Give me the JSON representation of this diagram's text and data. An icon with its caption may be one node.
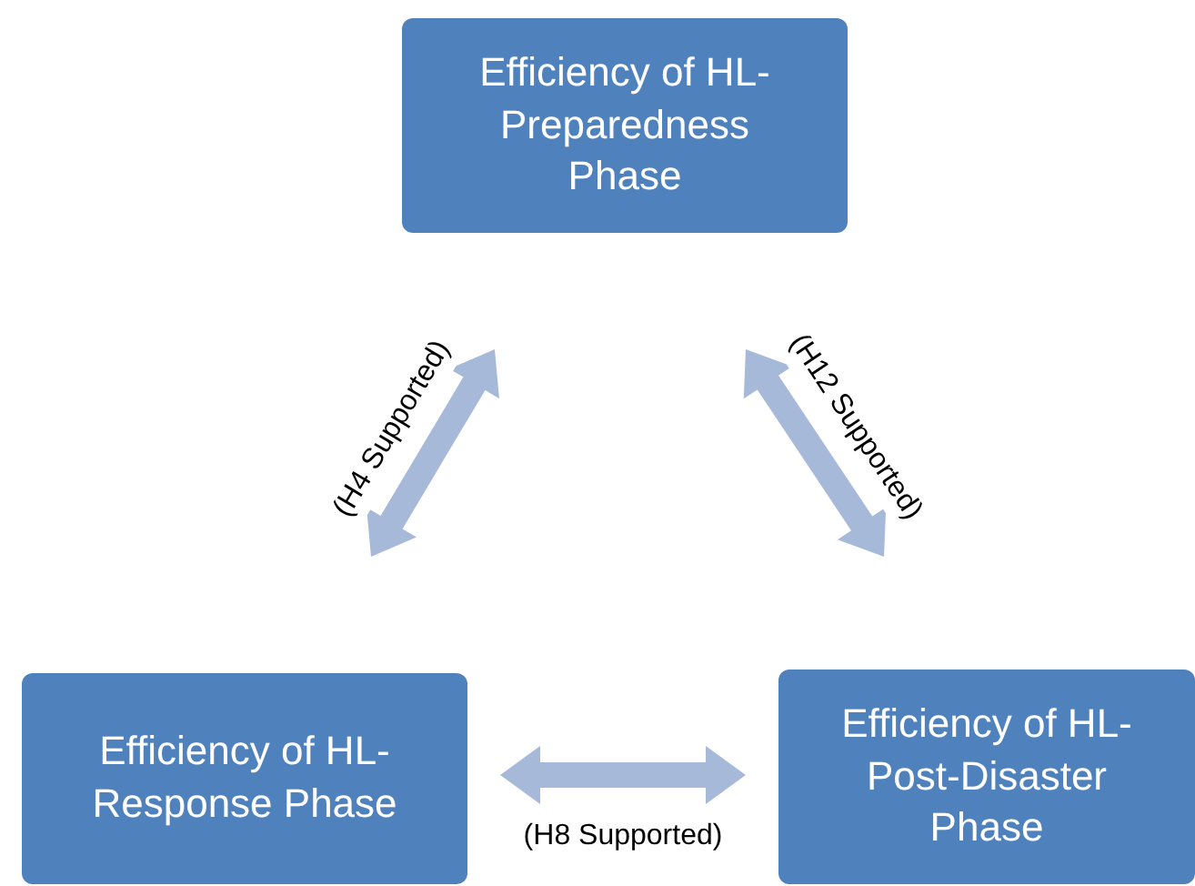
{
  "diagram": {
    "nodes": [
      {
        "text": [
          "Efficiency of HL-Preparedness Phase"
        ]
      },
      {
        "text": [
          "Efficiency of HL-Response Phase"
        ]
      },
      {
        "text": [
          "Efficiency of HL-Post-Disaster Phase"
        ]
      }
    ],
    "edges": [
      {
        "from": 0,
        "to": 1,
        "arrow": "both",
        "label": "(H4 Supported)",
        "style": "thick"
      },
      {
        "from": 0,
        "to": 2,
        "arrow": "both",
        "label": "(H12 Supported)",
        "style": "thick"
      },
      {
        "from": 1,
        "to": 2,
        "arrow": "both",
        "label": "(H8 Supported)",
        "style": "thick"
      }
    ]
  }
}
